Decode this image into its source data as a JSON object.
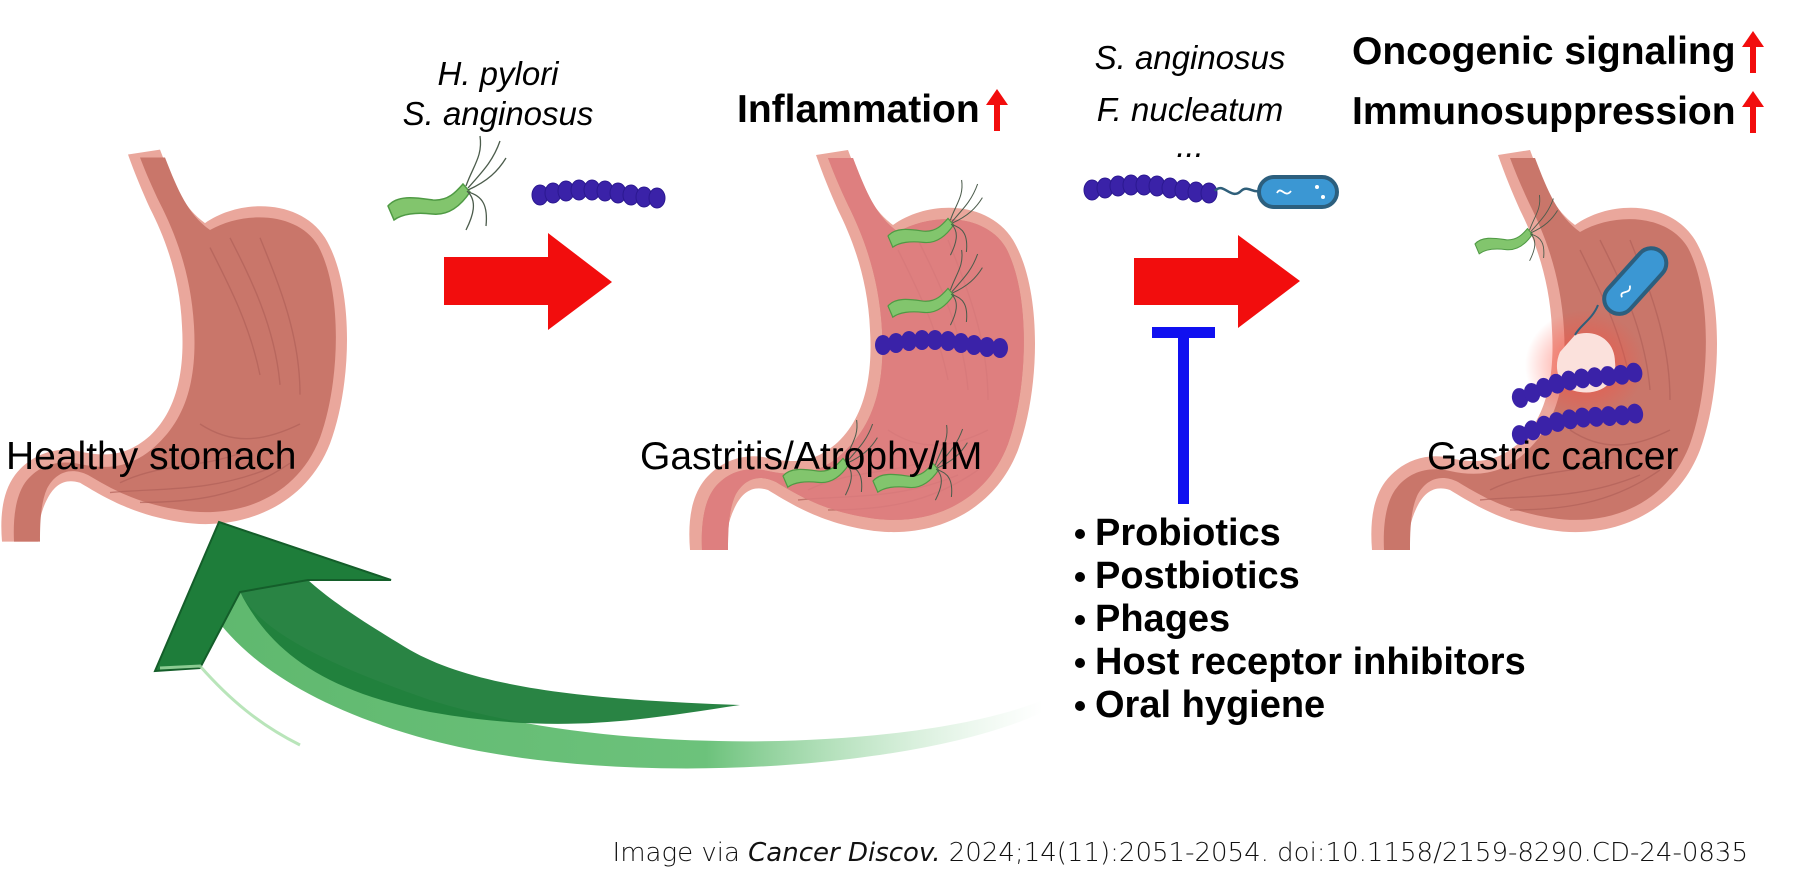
{
  "colors": {
    "progression_arrow": "#f20d0d",
    "inhibition": "#1010f0",
    "reversal_arrow": "#1e7d3a",
    "up_arrow": "#f20d0d",
    "stomach_outer": "#eaa79c",
    "stomach_inner": "#c9766a",
    "h_pylori": "#7dc46a",
    "streptococcus": "#3a22a8",
    "fusobacterium": "#3b97d3"
  },
  "stages": [
    {
      "label": "Healthy stomach",
      "icon": "healthy-stomach"
    },
    {
      "label": "Gastritis/Atrophy/IM",
      "icon": "inflamed-stomach"
    },
    {
      "label": "Gastric cancer",
      "icon": "cancerous-stomach"
    }
  ],
  "transition1": {
    "species": [
      "H. pylori",
      "S. anginosus"
    ],
    "icons": [
      "h-pylori-bacterium",
      "streptococcus-chain"
    ]
  },
  "transition2": {
    "species": [
      "S. anginosus",
      "F. nucleatum",
      "..."
    ],
    "icons": [
      "streptococcus-chain",
      "fusobacterium-bacterium"
    ]
  },
  "effects": {
    "inflammation": "Inflammation",
    "oncogenic": "Oncogenic signaling",
    "immunosuppression": "Immunosuppression"
  },
  "interventions": [
    "Probiotics",
    "Postbiotics",
    "Phages",
    "Host receptor inhibitors",
    "Oral hygiene"
  ],
  "citation": {
    "prefix": "Image via ",
    "journal": "Cancer Discov.",
    "rest": " 2024;14(11):2051-2054. doi:10.1158/2159-8290.CD-24-0835"
  }
}
